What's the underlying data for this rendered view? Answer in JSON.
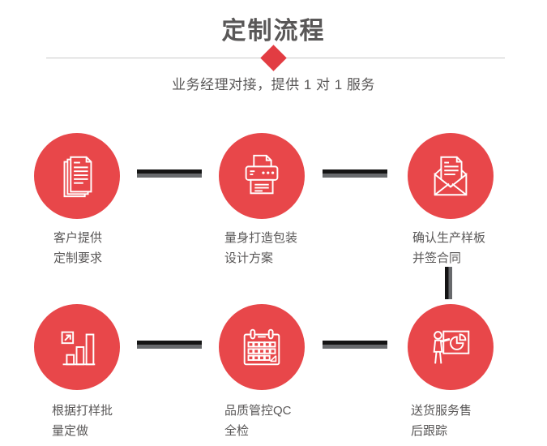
{
  "header": {
    "title": "定制流程",
    "subtitle": "业务经理对接，提供 1 对 1 服务"
  },
  "colors": {
    "circle_red": "#e8474a",
    "diamond_red": "#e23c42",
    "text_gray": "#595757",
    "divider_gray": "#c9c9c9",
    "connector_black": "#141414",
    "connector_gray": "#67696c"
  },
  "steps": [
    {
      "icon": "documents-icon",
      "label": [
        "客户提供",
        "定制要求"
      ]
    },
    {
      "icon": "printer-icon",
      "label": [
        "量身打造包装",
        "设计方案"
      ]
    },
    {
      "icon": "envelope-icon",
      "label": [
        "确认生产样板",
        "并签合同"
      ]
    },
    {
      "icon": "bar-chart-icon",
      "label": [
        "根据打样批",
        "量定做"
      ]
    },
    {
      "icon": "calendar-icon",
      "label": [
        "品质管控QC",
        "全检"
      ]
    },
    {
      "icon": "presenter-icon",
      "label": [
        "送货服务售",
        "后跟踪"
      ]
    }
  ]
}
